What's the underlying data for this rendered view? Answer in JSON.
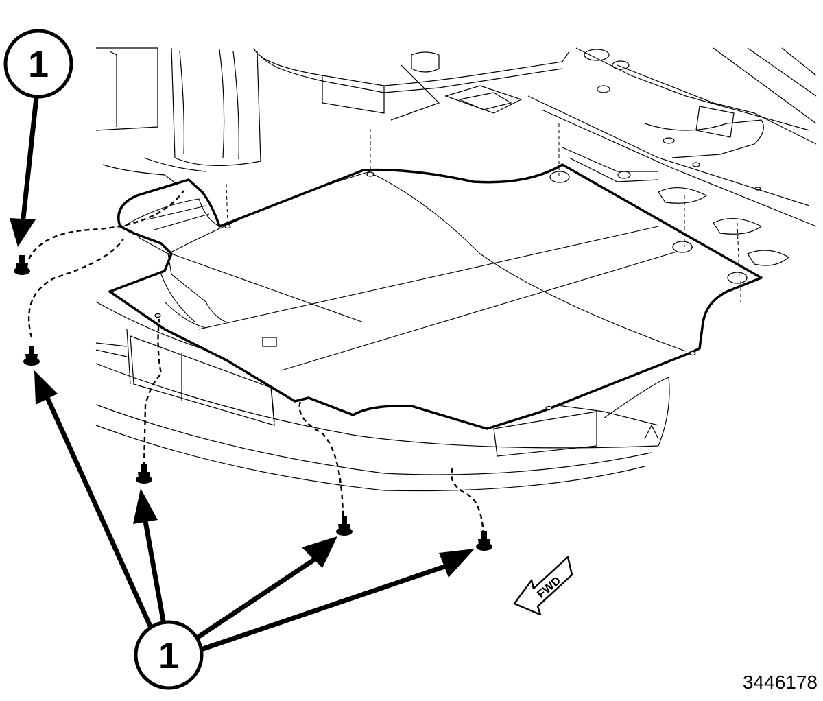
{
  "diagram": {
    "callout_number": "1",
    "direction_label": "FWD",
    "figure_number": "3446178"
  },
  "colors": {
    "ink": "#000000",
    "paper": "#ffffff"
  }
}
